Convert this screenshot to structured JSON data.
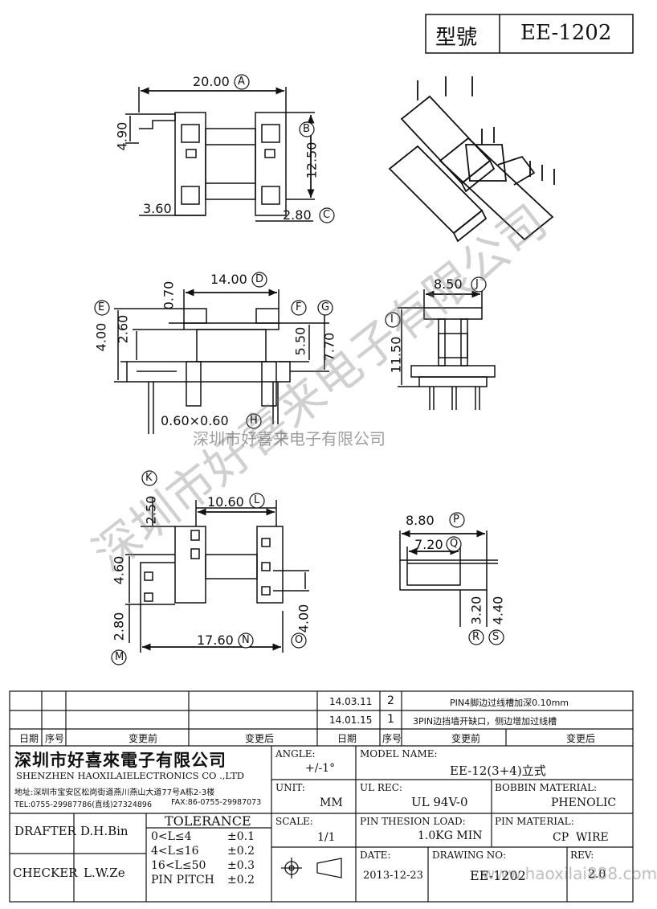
{
  "header": {
    "model_label": "型號",
    "model_value": "EE-1202"
  },
  "dims": {
    "a": "20.00",
    "b": "12.50",
    "c": "2.80",
    "d": "14.00",
    "e": "4.00",
    "f2": "2.60",
    "g1": "0.70",
    "h1": "5.50",
    "h2": "7.70",
    "pin": "0.60×0.60",
    "i": "11.50",
    "j": "8.50",
    "k": "2.50",
    "l": "10.60",
    "m1": "4.60",
    "m2": "2.80",
    "n": "17.60",
    "o": "4.00",
    "p": "8.80",
    "q": "7.20",
    "r": "3.20",
    "s": "4.40",
    "t1": "4.90",
    "t2": "3.60"
  },
  "markers": {
    "a": "A",
    "b": "B",
    "c": "C",
    "d": "D",
    "e": "E",
    "f": "F",
    "g": "G",
    "h": "H",
    "i": "I",
    "j": "J",
    "k": "K",
    "l": "L",
    "m": "M",
    "n": "N",
    "o": "O",
    "p": "P",
    "q": "Q",
    "r": "R",
    "s": "S"
  },
  "watermark": {
    "main": "深圳市好喜来电子有限公司",
    "small": "深圳市好喜来电子有限公司",
    "url": "www.haoxilai888.com"
  },
  "revisions": {
    "rows": [
      {
        "date": "14.03.11",
        "no": "2",
        "desc": "PIN4脚边过线槽加深0.10mm"
      },
      {
        "date": "14.01.15",
        "no": "1",
        "desc": "3PIN边挡墙开缺口，侧边增加过线槽"
      }
    ],
    "headers": {
      "date": "日期",
      "no": "序号",
      "before": "变更前",
      "after": "变更后"
    }
  },
  "company": {
    "name_cn": "深圳市好喜來電子有限公司",
    "name_en": "SHENZHEN HAOXILAIELECTRONICS CO .,LTD",
    "address": "地址:深圳市宝安区松岗街道燕川燕山大道77号A栋2-3楼",
    "tel": "TEL:0755-29987786(直线)27324896",
    "fax": "FAX:86-0755-29987073"
  },
  "titleblock": {
    "angle_label": "ANGLE:",
    "angle_value": "+/-1°",
    "model_name_label": "MODEL NAME:",
    "model_name_value": "EE-12(3+4)立式",
    "unit_label": "UNIT:",
    "unit_value": "MM",
    "ul_label": "UL REC:",
    "ul_value": "UL 94V-0",
    "bobbin_label": "BOBBIN MATERIAL:",
    "bobbin_value": "PHENOLIC",
    "scale_label": "SCALE:",
    "scale_value": "1/1",
    "pin_load_label": "PIN THESION LOAD:",
    "pin_load_value": "1.0KG MIN",
    "pin_mat_label": "PIN MATERIAL:",
    "pin_mat_value": "CP  WIRE",
    "date_label": "DATE:",
    "date_value": "2013-12-23",
    "drawing_label": "DRAWING NO:",
    "drawing_value": "EE-1202",
    "rev_label": "REV:",
    "rev_value": "2.0",
    "drafter_label": "DRAFTER",
    "drafter_value": "D.H.Bin",
    "checker_label": "CHECKER",
    "checker_value": "L.W.Ze",
    "tolerance_label": "TOLERANCE",
    "tol": [
      {
        "range": "0<L≤4",
        "value": "±0.1"
      },
      {
        "range": "4<L≤16",
        "value": "±0.2"
      },
      {
        "range": "16<L≤50",
        "value": "±0.3"
      },
      {
        "range": "PIN PITCH",
        "value": "±0.2"
      }
    ]
  }
}
